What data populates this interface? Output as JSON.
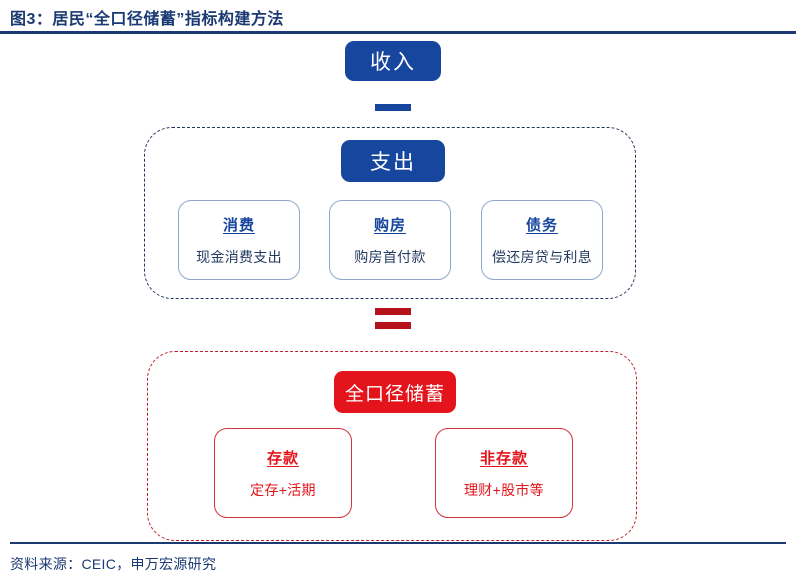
{
  "header": {
    "title": "图3：居民“全口径储蓄”指标构建方法",
    "rule_color": "#1b3a73"
  },
  "footer": {
    "source_text": "资料来源：CEIC，申万宏源研究"
  },
  "colors": {
    "primary_blue": "#17469e",
    "dark_navy": "#1b3a73",
    "card_border_blue": "#8fa8c9",
    "card_text_blue": "#243b60",
    "primary_red": "#e3141b",
    "operator_red": "#b5121b",
    "dashed_blue": "#21365e",
    "dashed_red": "#c0202c"
  },
  "diagram": {
    "type": "formula-flow",
    "income": {
      "label": "收入"
    },
    "operators": {
      "minus": "−",
      "equals": "="
    },
    "expense_group": {
      "header": "支出",
      "cards": [
        {
          "title": "消费",
          "desc": "现金消费支出"
        },
        {
          "title": "购房",
          "desc": "购房首付款"
        },
        {
          "title": "债务",
          "desc": "偿还房贷与利息"
        }
      ]
    },
    "savings_group": {
      "header": "全口径储蓄",
      "cards": [
        {
          "title": "存款",
          "desc": "定存+活期"
        },
        {
          "title": "非存款",
          "desc": "理财+股市等"
        }
      ]
    }
  }
}
